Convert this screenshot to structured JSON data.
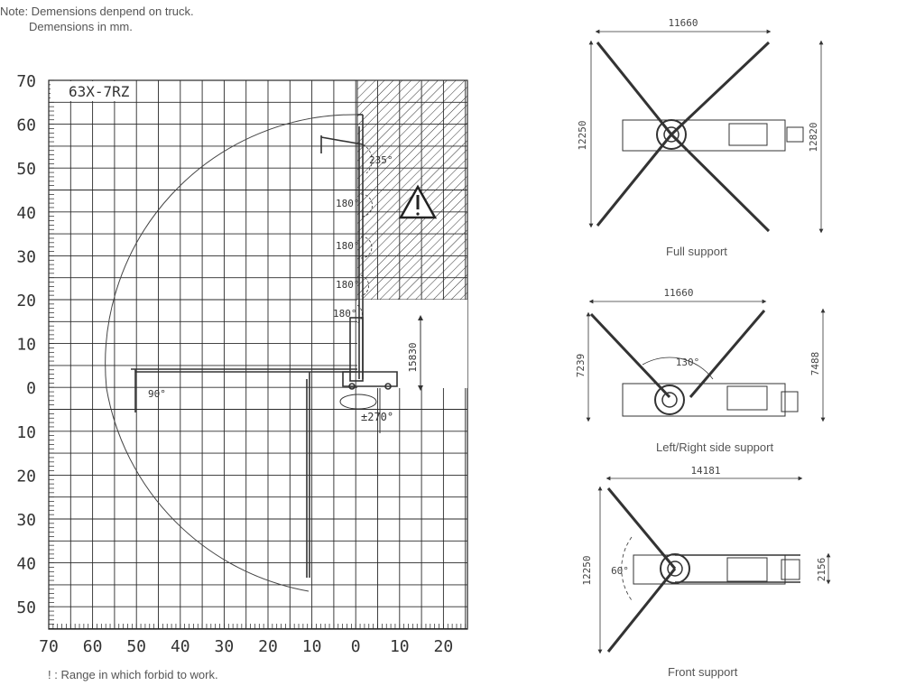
{
  "notes": {
    "line1": "Note: Demensions denpend on truck.",
    "line2": "Demensions in mm."
  },
  "working_range": {
    "model_label": "63X-7RZ",
    "y_ticks": [
      "70",
      "60",
      "50",
      "40",
      "30",
      "20",
      "10",
      "0",
      "10",
      "20",
      "30",
      "40",
      "50"
    ],
    "x_ticks": [
      "70",
      "60",
      "50",
      "40",
      "30",
      "20",
      "10",
      "0",
      "10",
      "20"
    ],
    "angles": [
      "235°",
      "180°",
      "180°",
      "180°",
      "180°",
      "90°",
      "±270°"
    ],
    "height_dim": "15830",
    "footnote": "! :  Range in which forbid to work."
  },
  "full_support": {
    "caption": "Full support",
    "width_dim": "11660",
    "left_height_dim": "12250",
    "right_height_dim": "12820"
  },
  "side_support": {
    "caption": "Left/Right side support",
    "width_dim": "11660",
    "left_height_dim": "7239",
    "right_height_dim": "7488",
    "angle": "130°"
  },
  "front_support": {
    "caption": "Front support",
    "width_dim": "14181",
    "left_height_dim": "12250",
    "right_height_dim": "2156",
    "angle": "60°"
  },
  "colors": {
    "line": "#333333",
    "grid": "#2a2a2a",
    "text": "#555555"
  }
}
